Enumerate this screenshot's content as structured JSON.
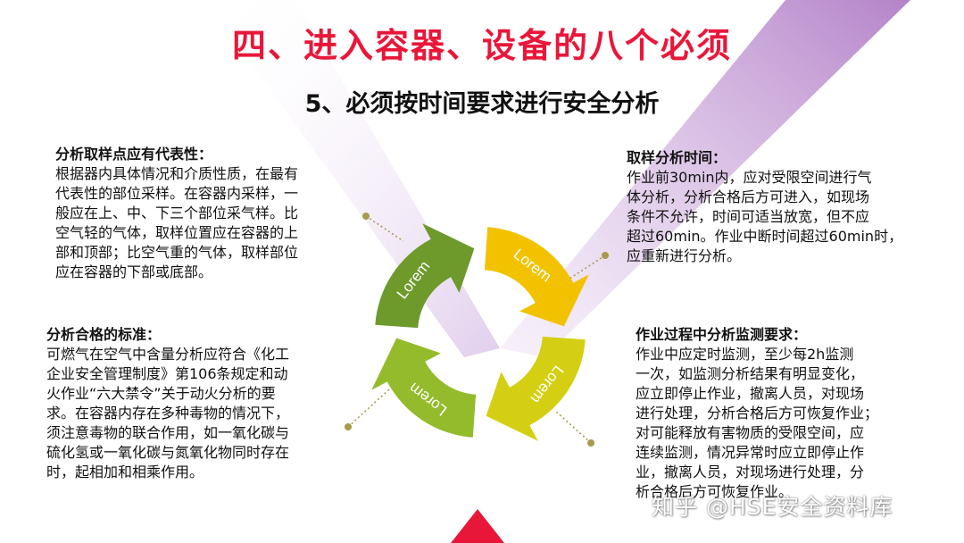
{
  "title": "四、进入容器、设备的八个必须",
  "subtitle": "5、必须按时间要求进行安全分析",
  "blocks": {
    "top_left": {
      "heading": "分析取样点应有代表性：",
      "body": "根据器内具体情况和介质性质，在最有\n代表性的部位采样。在容器内采样，一\n般应在上、中、下三个部位采气样。比\n空气轻的气体，取样位置应在容器的上\n部和顶部；比空气重的气体，取样部位\n应在容器的下部或底部。"
    },
    "bottom_left": {
      "heading": "分析合格的标准：",
      "body": "可燃气在空气中含量分析应符合《化工\n企业安全管理制度》第106条规定和动\n火作业“六大禁令”关于动火分析的要\n求。在容器内存在多种毒物的情况下，\n须注意毒物的联合作用，如一氧化碳与\n硫化氢或一氧化碳与氮氧化物同时存在\n时，起相加和相乘作用。"
    },
    "top_right": {
      "heading": "取样分析时间：",
      "body": "作业前30min内，应对受限空间进行气\n体分析，分析合格后方可进入，如现场\n条件不允许，时间可适当放宽，但不应\n超过60min。作业中断时间超过60min时，\n应重新进行分析。"
    },
    "bottom_right": {
      "heading": "作业过程中分析监测要求：",
      "body": "作业中应定时监测，至少每2h监测\n一次，如监测分析结果有明显变化，\n应立即停止作业，撤离人员，对现场\n进行处理，分析合格后方可恢复作业；\n对可能释放有害物质的受限空间，应\n连续监测，情况异常时应立即停止作\n业，撤离人员，对现场进行处理，分\n析合格后方可恢复作业。"
    }
  },
  "cycle": {
    "segments": [
      {
        "label": "Lorem",
        "color": "#6e9a2c"
      },
      {
        "label": "Lorem",
        "color": "#f2c200"
      },
      {
        "label": "Lorem",
        "color": "#d4cf12"
      },
      {
        "label": "Lorem",
        "color": "#93bb2b"
      }
    ]
  },
  "colors": {
    "title": "#e8173a",
    "ray_purple": "#c9a6de",
    "ray_pink": "#e8173a",
    "connector_dot": "#a89a4a"
  },
  "watermark": "知乎 @HSE安全资料库"
}
